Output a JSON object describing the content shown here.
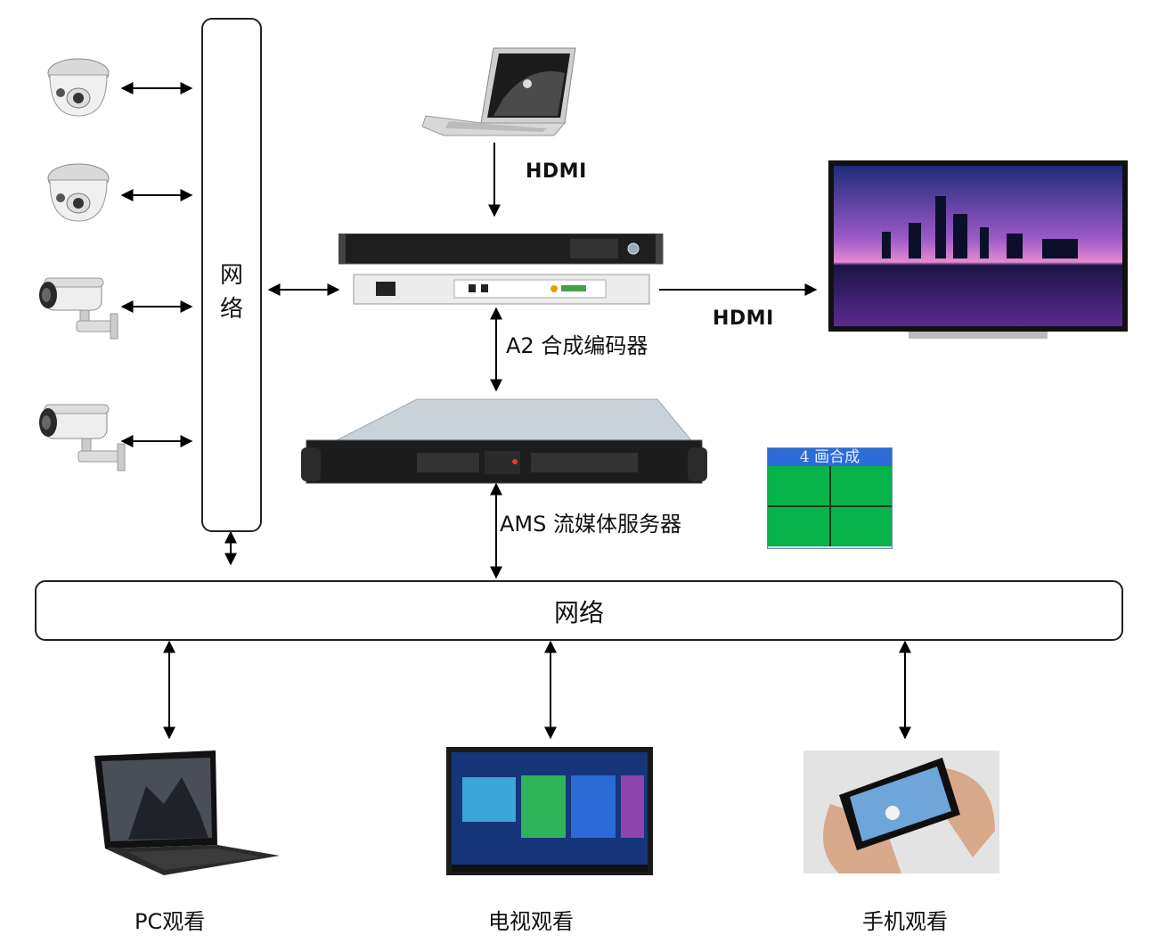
{
  "network": {
    "vertical_label": "网络",
    "vertical_chars": [
      "网",
      "络"
    ],
    "horizontal_label": "网络"
  },
  "links": {
    "laptop_to_encoder": "HDMI",
    "encoder_to_tv": "HDMI"
  },
  "devices": {
    "encoder": "A2 合成编码器",
    "server": "AMS 流媒体服务器"
  },
  "composite": {
    "title": "4 画合成",
    "cell_color": "#07b34a",
    "title_color": "#2b6cd6"
  },
  "clients": {
    "pc": "PC观看",
    "tv": "电视观看",
    "phone": "手机观看"
  }
}
